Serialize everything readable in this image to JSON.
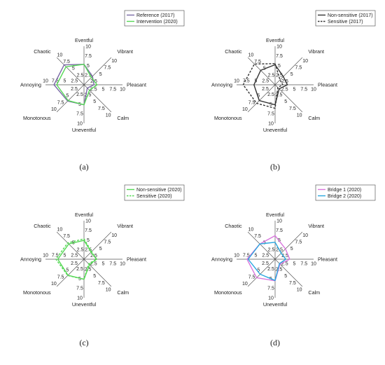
{
  "chart_data": [
    {
      "type": "radar",
      "panel_label": "(a)",
      "axes": [
        "Eventful",
        "Vibrant",
        "Pleasant",
        "Calm",
        "Uneventful",
        "Monotonous",
        "Annoying",
        "Chaotic"
      ],
      "tick_labels": [
        "2.5",
        "5",
        "7.5",
        "10"
      ],
      "rlim": [
        0,
        10
      ],
      "legend": "top-right",
      "series": [
        {
          "name": "Reference (2017)",
          "color": "#7a6aa6",
          "dash": "solid",
          "values": [
            5.3,
            3.1,
            2.6,
            1.2,
            5.2,
            6.0,
            7.8,
            7.3
          ]
        },
        {
          "name": "Intervention (2020)",
          "color": "#55d855",
          "dash": "solid",
          "values": [
            5.3,
            2.7,
            3.4,
            2.0,
            5.2,
            5.8,
            7.1,
            6.6
          ]
        }
      ]
    },
    {
      "type": "radar",
      "panel_label": "(b)",
      "axes": [
        "Eventful",
        "Vibrant",
        "Pleasant",
        "Calm",
        "Uneventful",
        "Monotonous",
        "Annoying",
        "Chaotic"
      ],
      "tick_labels": [
        "2.5",
        "5",
        "7.5",
        "10"
      ],
      "rlim": [
        0,
        10
      ],
      "legend": "top-right",
      "series": [
        {
          "name": "Non-sensitive (2017)",
          "color": "#333333",
          "dash": "solid",
          "values": [
            5.2,
            3.0,
            3.2,
            1.5,
            5.2,
            5.8,
            5.5,
            5.3
          ]
        },
        {
          "name": "Sensitive (2017)",
          "color": "#333333",
          "dash": "dashed",
          "values": [
            5.5,
            1.8,
            2.0,
            1.0,
            6.1,
            6.8,
            8.3,
            7.6
          ]
        }
      ]
    },
    {
      "type": "radar",
      "panel_label": "(c)",
      "axes": [
        "Eventful",
        "Vibrant",
        "Pleasant",
        "Calm",
        "Uneventful",
        "Monotonous",
        "Annoying",
        "Chaotic"
      ],
      "tick_labels": [
        "2.5",
        "5",
        "7.5",
        "10"
      ],
      "rlim": [
        0,
        10
      ],
      "legend": "top-right",
      "series": [
        {
          "name": "Non-sensitive (2020)",
          "color": "#55d855",
          "dash": "solid",
          "values": [
            4.9,
            2.6,
            3.3,
            2.0,
            5.2,
            5.9,
            6.8,
            5.6
          ]
        },
        {
          "name": "Sensitive (2020)",
          "color": "#55d855",
          "dash": "dashed",
          "values": [
            5.3,
            2.8,
            3.2,
            1.7,
            5.2,
            6.0,
            7.3,
            6.0
          ]
        }
      ]
    },
    {
      "type": "radar",
      "panel_label": "(d)",
      "axes": [
        "Eventful",
        "Vibrant",
        "Pleasant",
        "Calm",
        "Uneventful",
        "Monotonous",
        "Annoying",
        "Chaotic"
      ],
      "tick_labels": [
        "2.5",
        "5",
        "7.5",
        "10"
      ],
      "rlim": [
        0,
        10
      ],
      "legend": "top-right",
      "series": [
        {
          "name": "Bridge 1 (2020)",
          "color": "#d977dd",
          "dash": "solid",
          "values": [
            6.1,
            3.8,
            3.8,
            1.8,
            5.6,
            6.8,
            7.3,
            5.6
          ]
        },
        {
          "name": "Bridge 2 (2020)",
          "color": "#2aa6df",
          "dash": "solid",
          "values": [
            4.4,
            2.2,
            2.8,
            1.6,
            5.5,
            5.5,
            7.0,
            5.6
          ]
        }
      ]
    }
  ]
}
